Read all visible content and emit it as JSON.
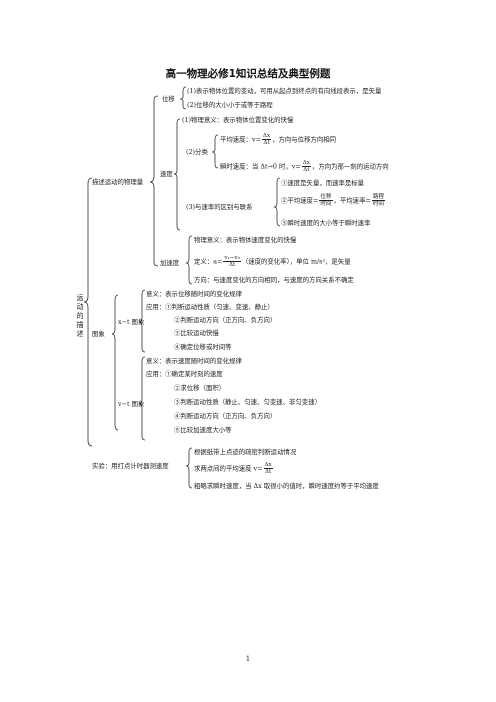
{
  "title": "高一物理必修1知识总结及典型例题",
  "root_label": "运动的描述",
  "page_number": "1",
  "branch_physical": {
    "label": "描述运动的物理量",
    "displacement": {
      "label": "位移",
      "items": [
        "(1)表示物体位置的变动，可用从起点到终点的有向线段表示，是矢量",
        "(2)位移的大小小于或等于路程"
      ]
    },
    "velocity": {
      "label": "速度",
      "meaning": "(1)物理意义：表示物体位置变化的快慢",
      "classify_label": "(2)分类",
      "avg_prefix": "平均速度：v=",
      "avg_suffix": "，方向与位移方向相同",
      "inst_prefix": "瞬时速度：当 Δt→0 时，v=",
      "inst_suffix": "，方向为那一刻的运动方向",
      "frac_num": "Δx",
      "frac_den": "Δt",
      "compare_label": "(3)与速率的区别与联系",
      "compare_items": {
        "c1": "①速度是矢量，而速率是标量",
        "c2_prefix": "②平均速度=",
        "c2_mid": "，平均速率=",
        "c2_n1": "位移",
        "c2_d1": "时间",
        "c2_n2": "路程",
        "c2_d2": "时间",
        "c3": "③瞬时速度的大小等于瞬时速率"
      }
    },
    "acceleration": {
      "label": "加速度",
      "meaning": "物理意义：表示物体速度变化的快慢",
      "def_prefix": "定义：a=",
      "def_num": "v₁−v₀",
      "def_den": "Δt",
      "def_suffix": "（速度的变化率），单位 m/s²，是矢量",
      "direction": "方向：与速度变化的方向相同，与速度的方向关系不确定"
    }
  },
  "branch_graph": {
    "label": "图象",
    "xt": {
      "label": "x−t 图象",
      "meaning": "意义：表示位移随时间的变化规律",
      "app_title": "应用：①判断运动性质（匀速、变速、静止）",
      "apps": [
        "②判断运动方向（正方向、负方向）",
        "③比较运动快慢",
        "④确定位移或时间等"
      ]
    },
    "vt": {
      "label": "v−t 图象",
      "meaning": "意义：表示速度随时间的变化规律",
      "app_title": "应用：①确定某时刻的速度",
      "apps": [
        "②求位移（面积）",
        "③判断运动性质（静止、匀速、匀变速、非匀变速）",
        "④判断运动方向（正方向、负方向）",
        "⑤比较加速度大小等"
      ]
    }
  },
  "branch_experiment": {
    "label": "实验：用打点计时器测速度",
    "items": {
      "i1": "根据纸带上点迹的疏密判断运动情况",
      "i2_prefix": "求两点间的平均速度 v=",
      "i3": "粗略求瞬时速度，当 Δx 取很小的值时，瞬时速度约等于平均速度"
    }
  }
}
